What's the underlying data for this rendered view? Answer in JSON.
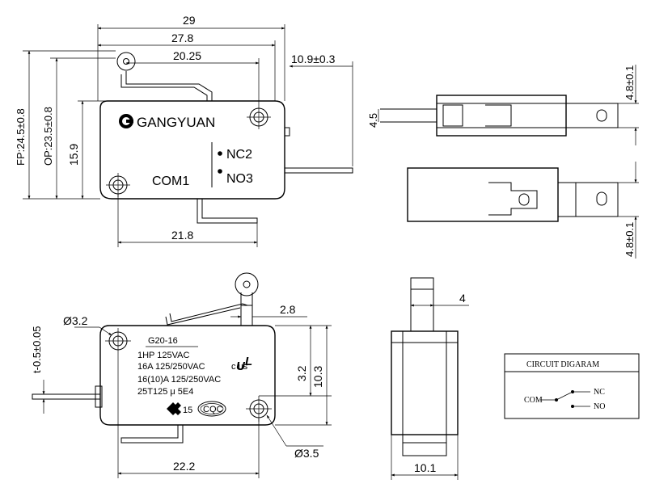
{
  "top_view": {
    "dim_overall_length": "29",
    "dim_body_length": "27.8",
    "dim_lever_pivot": "20.25",
    "dim_actuator_offset": "10.9±0.3",
    "dim_free_position": "FP:24.5±0.8",
    "dim_operating_position": "OP:23.5±0.8",
    "dim_body_height": "15.9",
    "dim_terminal_pitch": "21.8",
    "brand": "GANGYUAN",
    "label_nc": "NC2",
    "label_no": "NO3",
    "label_com": "COM1"
  },
  "side_view": {
    "dim_terminal_width_top": "4.8±0.1",
    "dim_terminal_width_bottom": "4.8±0.1",
    "dim_slot": "4.5"
  },
  "bottom_view": {
    "dim_hole_left": "Ø3.2",
    "dim_hole_right": "Ø3.5",
    "dim_thickness": "t-0.5±0.05",
    "dim_lever_offset": "2.8",
    "dim_hole_spacing_v": "3.2",
    "dim_body_height": "10.3",
    "dim_hole_pitch": "22.2",
    "model": "G20-16",
    "rating_1": "1HP 125VAC",
    "rating_2": "16A 125/250VAC",
    "rating_3": "16(10)A 125/250VAC",
    "rating_4": "25T125 μ 5E4",
    "cert_ul": "c  us",
    "cert_ce_num": "15",
    "cert_cqc": "CQC"
  },
  "end_view": {
    "dim_plunger": "4",
    "dim_width": "10.1"
  },
  "circuit": {
    "title": "CIRCUIT DIGARAM",
    "com": "COM",
    "nc": "NC",
    "no": "NO"
  }
}
